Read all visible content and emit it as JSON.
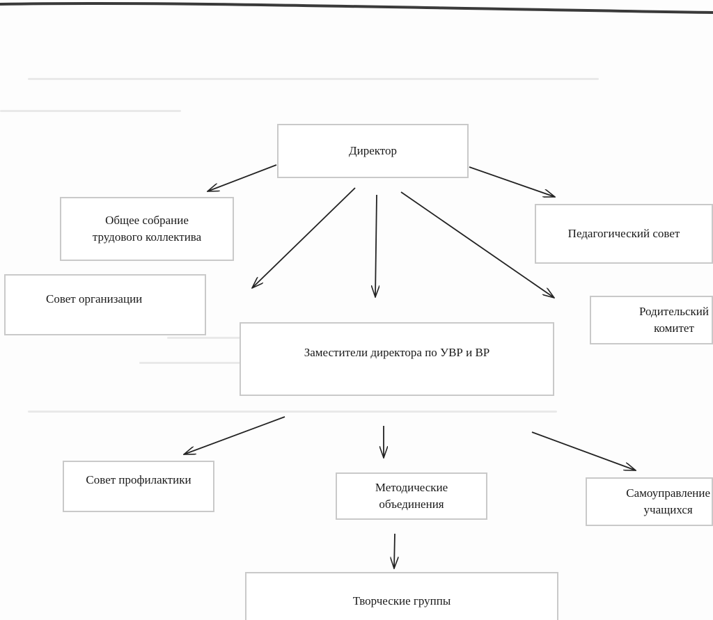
{
  "nodes": {
    "director": "Директор",
    "general_meeting": [
      "Общее собрание",
      "трудового коллектива"
    ],
    "pedagogical_council": "Педагогический совет",
    "organization_council": "Совет организации",
    "parent_committee": [
      "Родительский",
      "комитет"
    ],
    "deputy_directors": "Заместители директора по УВР и ВР",
    "prevention_council": "Совет профилактики",
    "methodical_associations": [
      "Методические",
      "объединения"
    ],
    "student_government": [
      "Самоуправление",
      "учащихся"
    ],
    "creative_groups": "Творческие группы"
  },
  "colors": {
    "border": "#c9c9c9",
    "arrow": "#222222",
    "text": "#1a1a1a"
  }
}
